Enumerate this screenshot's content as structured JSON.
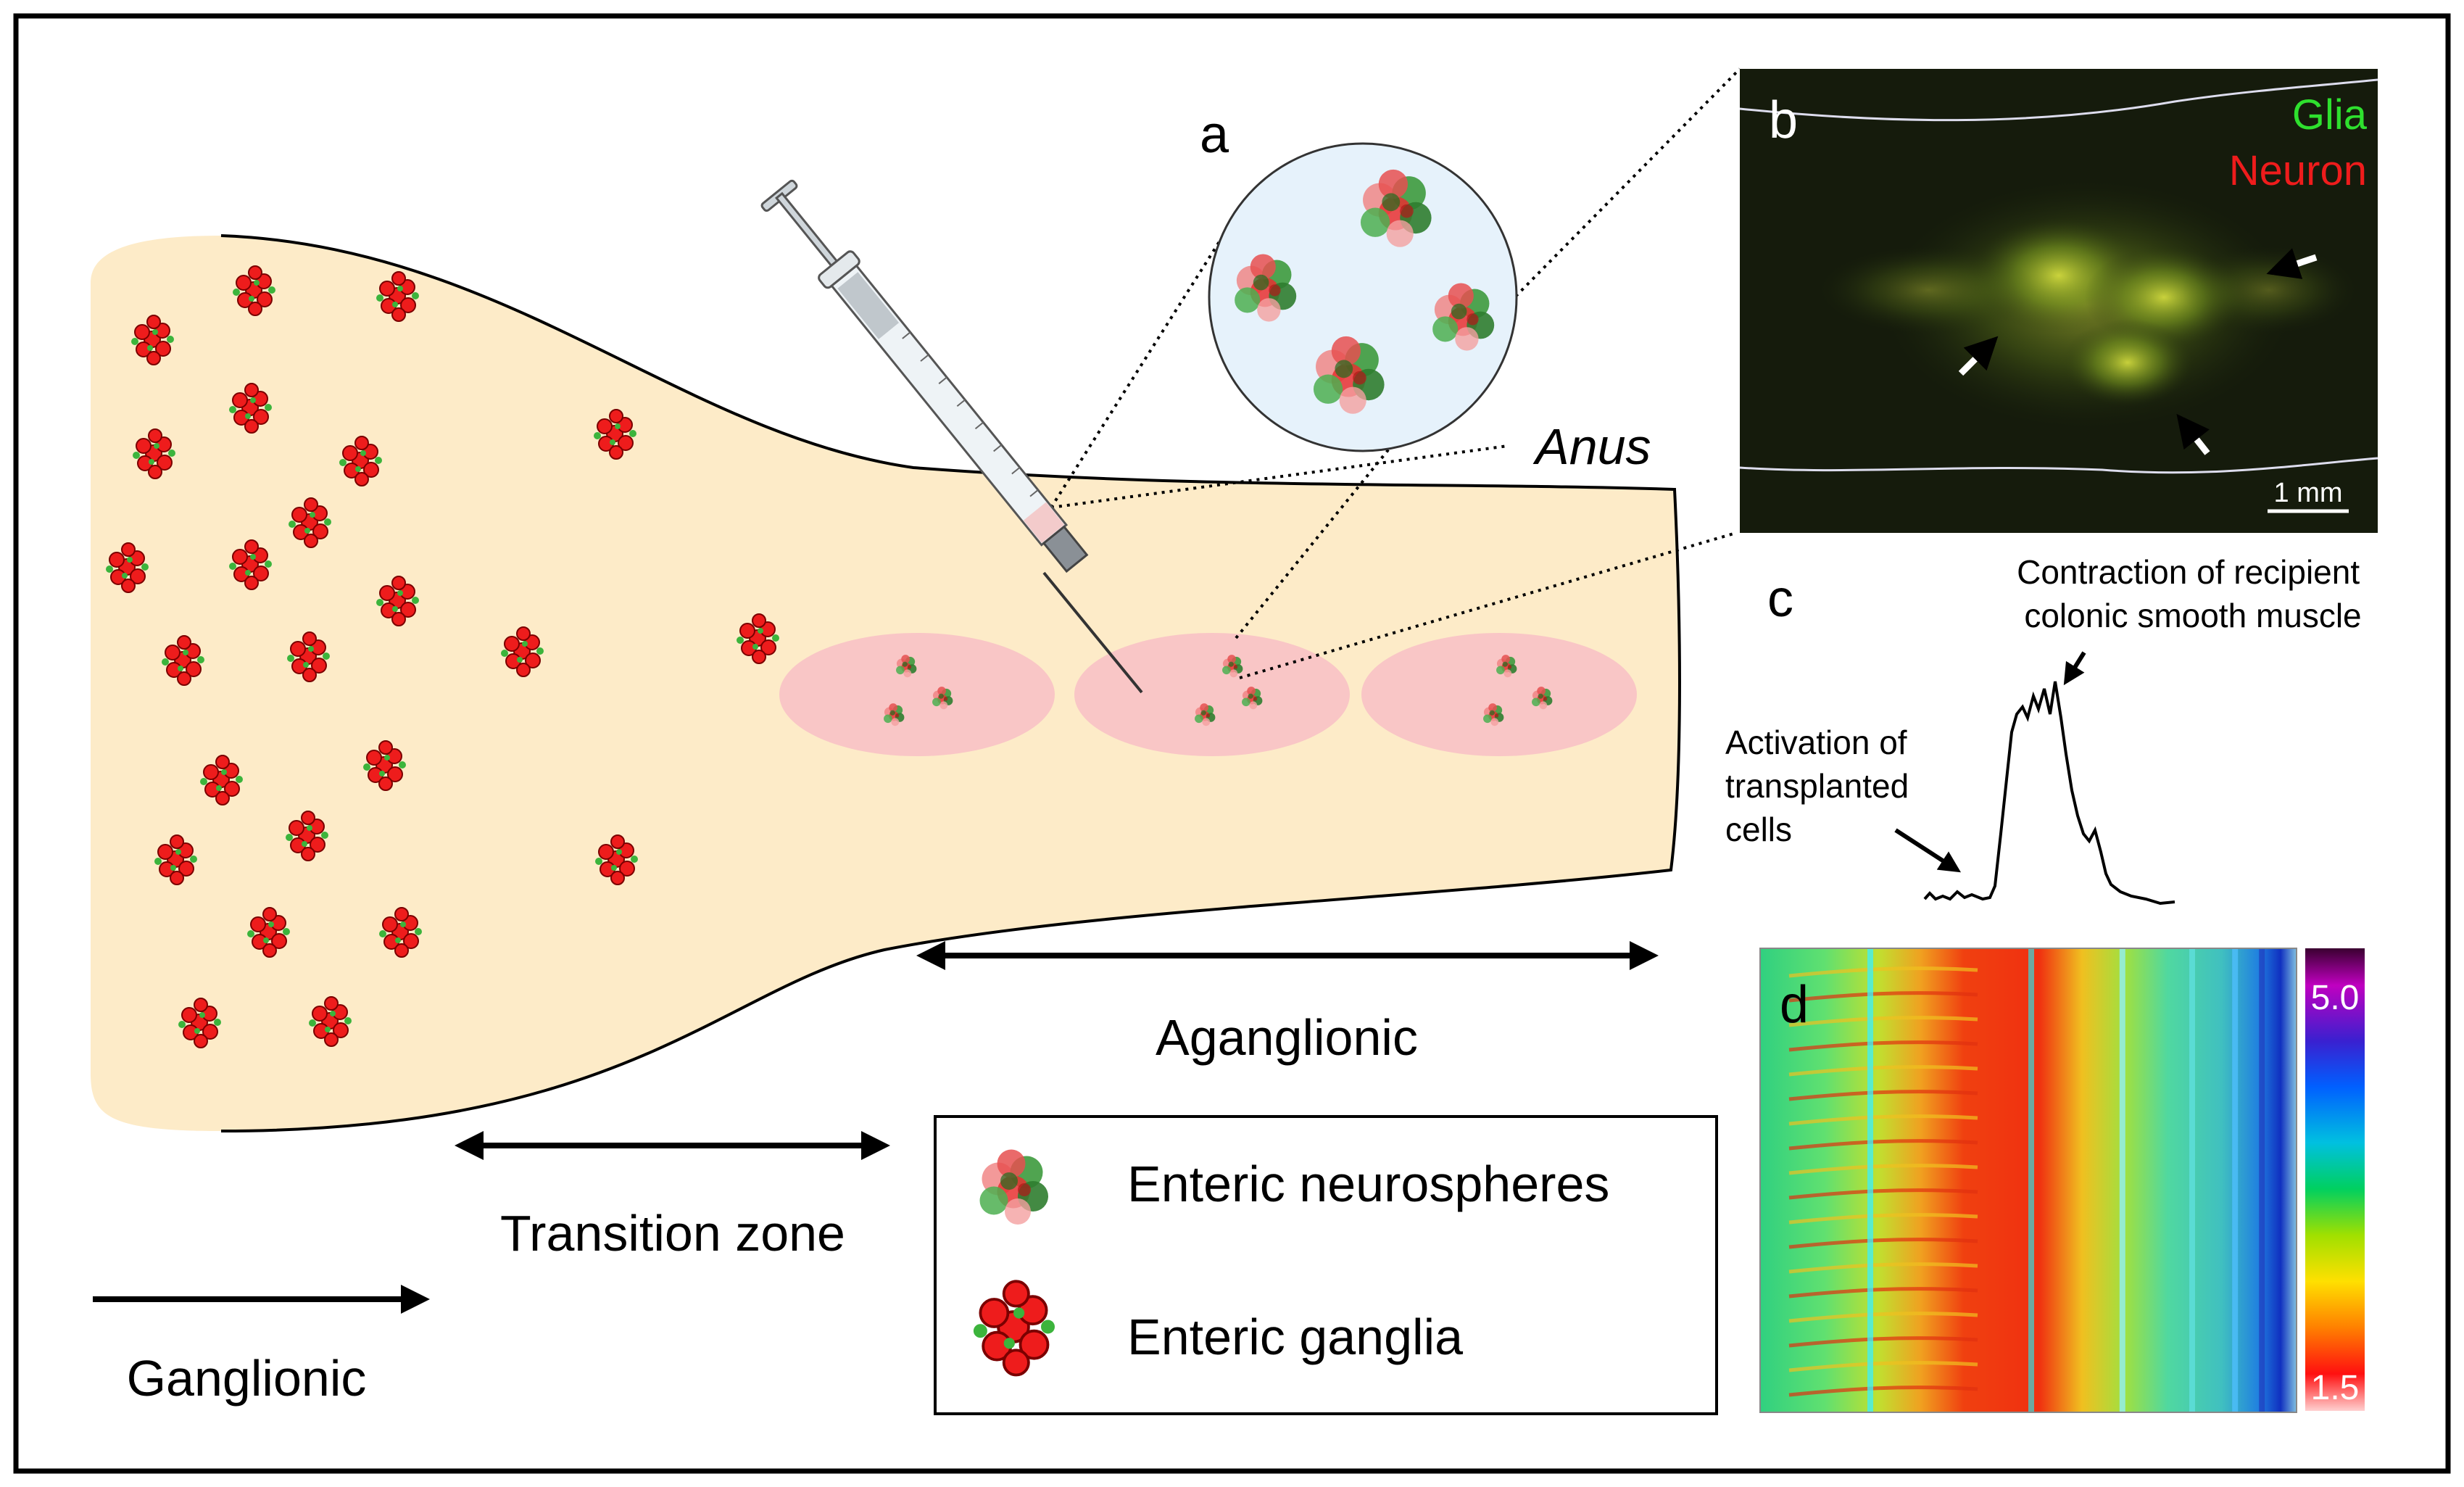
{
  "panels": {
    "a": "a",
    "b": "b",
    "c": "c",
    "d": "d"
  },
  "labels": {
    "anus": "Anus",
    "aganglionic": "Aganglionic",
    "transition_zone": "Transition zone",
    "ganglionic": "Ganglionic"
  },
  "micrograph": {
    "glia": "Glia",
    "neuron": "Neuron",
    "scale_bar": "1 mm"
  },
  "trace": {
    "activation": [
      "Activation of",
      "transplanted",
      "cells"
    ],
    "contraction": [
      "Contraction of recipient",
      "colonic smooth muscle"
    ]
  },
  "heatmap": {
    "scale_max": "5.0",
    "scale_min": "1.5"
  },
  "legend": {
    "neurospheres": "Enteric neurospheres",
    "ganglia": "Enteric ganglia"
  },
  "colors": {
    "colon_fill": "#fdebc8",
    "injection_zone": "#f9c6c6",
    "neuron_red": "#ee1c1c",
    "glia_green": "#2e8b2e",
    "micrograph_bg": "#151b0c"
  }
}
